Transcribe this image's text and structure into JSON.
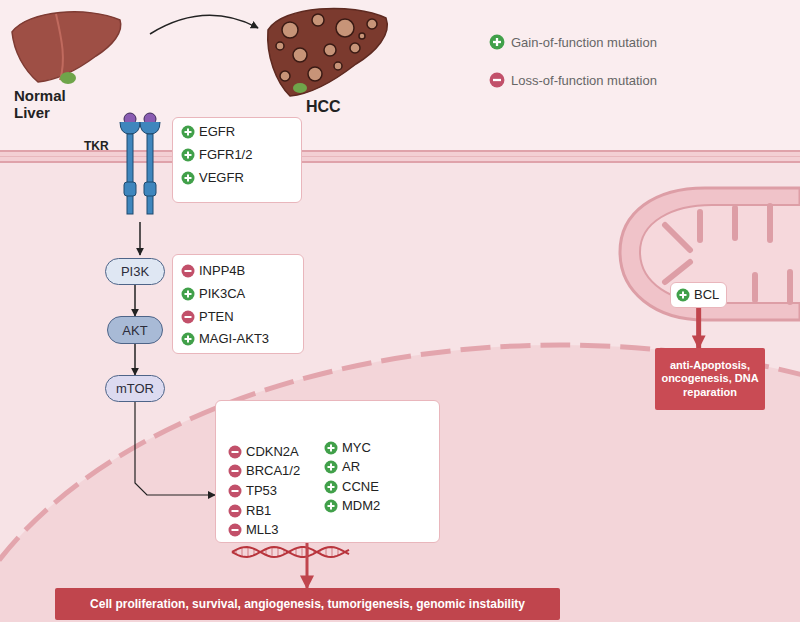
{
  "diagram": {
    "nodes": [
      {
        "text": [
          "EGFR",
          "FGFR1/2",
          "VEGFR"
        ]
      },
      {
        "text": [
          "PI3K"
        ]
      },
      {
        "text": [
          "AKT"
        ]
      },
      {
        "text": [
          "mTOR"
        ]
      },
      {
        "text": [
          "INPP4B",
          "PIK3CA",
          "PTEN",
          "MAGI-AKT3"
        ]
      },
      {
        "text": [
          "CDKN2A",
          "BRCA1/2",
          "TP53",
          "RB1",
          "MLL3",
          "MYC",
          "AR",
          "CCNE",
          "MDM2"
        ]
      },
      {
        "text": [
          "BCL"
        ]
      },
      {
        "text": [
          "anti-Apoptosis, oncogenesis, DNA reparation"
        ]
      },
      {
        "text": [
          "Cell proliferation, survival, angiogenesis, tumorigenesis, genomic instability"
        ]
      }
    ],
    "edges": [
      {
        "from": 1,
        "to": 2,
        "arrow": "to"
      },
      {
        "from": 2,
        "to": 3,
        "arrow": "to"
      },
      {
        "from": 3,
        "to": 5,
        "arrow": "to"
      },
      {
        "from": 6,
        "to": 7,
        "arrow": "to"
      },
      {
        "from": 5,
        "to": 8,
        "arrow": "to"
      }
    ],
    "labels": [
      "Normal Liver",
      "HCC",
      "TKR"
    ],
    "legend": [
      {
        "text": "Gain-of-function mutation",
        "color": "#41a04a"
      },
      {
        "text": "Loss-of-function mutation",
        "color": "#c2506a"
      }
    ]
  }
}
